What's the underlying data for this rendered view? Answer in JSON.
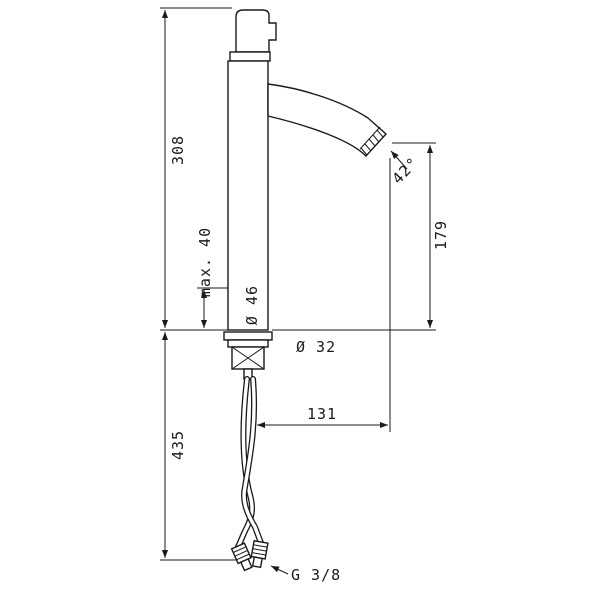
{
  "drawing": {
    "dimensions": {
      "spout_height": "308",
      "max_deck_thickness": "max. 40",
      "body_diameter": "Ø 46",
      "base_diameter": "Ø 32",
      "spout_angle": "42°",
      "outlet_height": "179",
      "spout_reach": "131",
      "total_height": "435",
      "connection_thread": "G 3/8"
    }
  }
}
